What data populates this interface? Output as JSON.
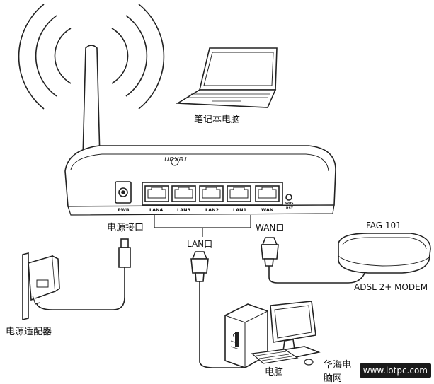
{
  "labels": {
    "laptop": "笔记本电脑",
    "power_port": "电源接口",
    "lan_port": "LAN口",
    "wan_port": "WAN口",
    "power_adapter": "电源适配器",
    "modem_model": "FAG 101",
    "modem_type": "ADSL 2+ MODEM",
    "computer": "电脑"
  },
  "router_ports": {
    "pwr": "PWR",
    "lan4": "LAN4",
    "lan3": "LAN3",
    "lan2": "LAN2",
    "lan1": "LAN1",
    "wan": "WAN",
    "wps_line1": "WPS",
    "wps_line2": "RST"
  },
  "brand": "rexun",
  "watermark": {
    "site_name": "华海电脑网",
    "url": "www.lotpc.com"
  }
}
